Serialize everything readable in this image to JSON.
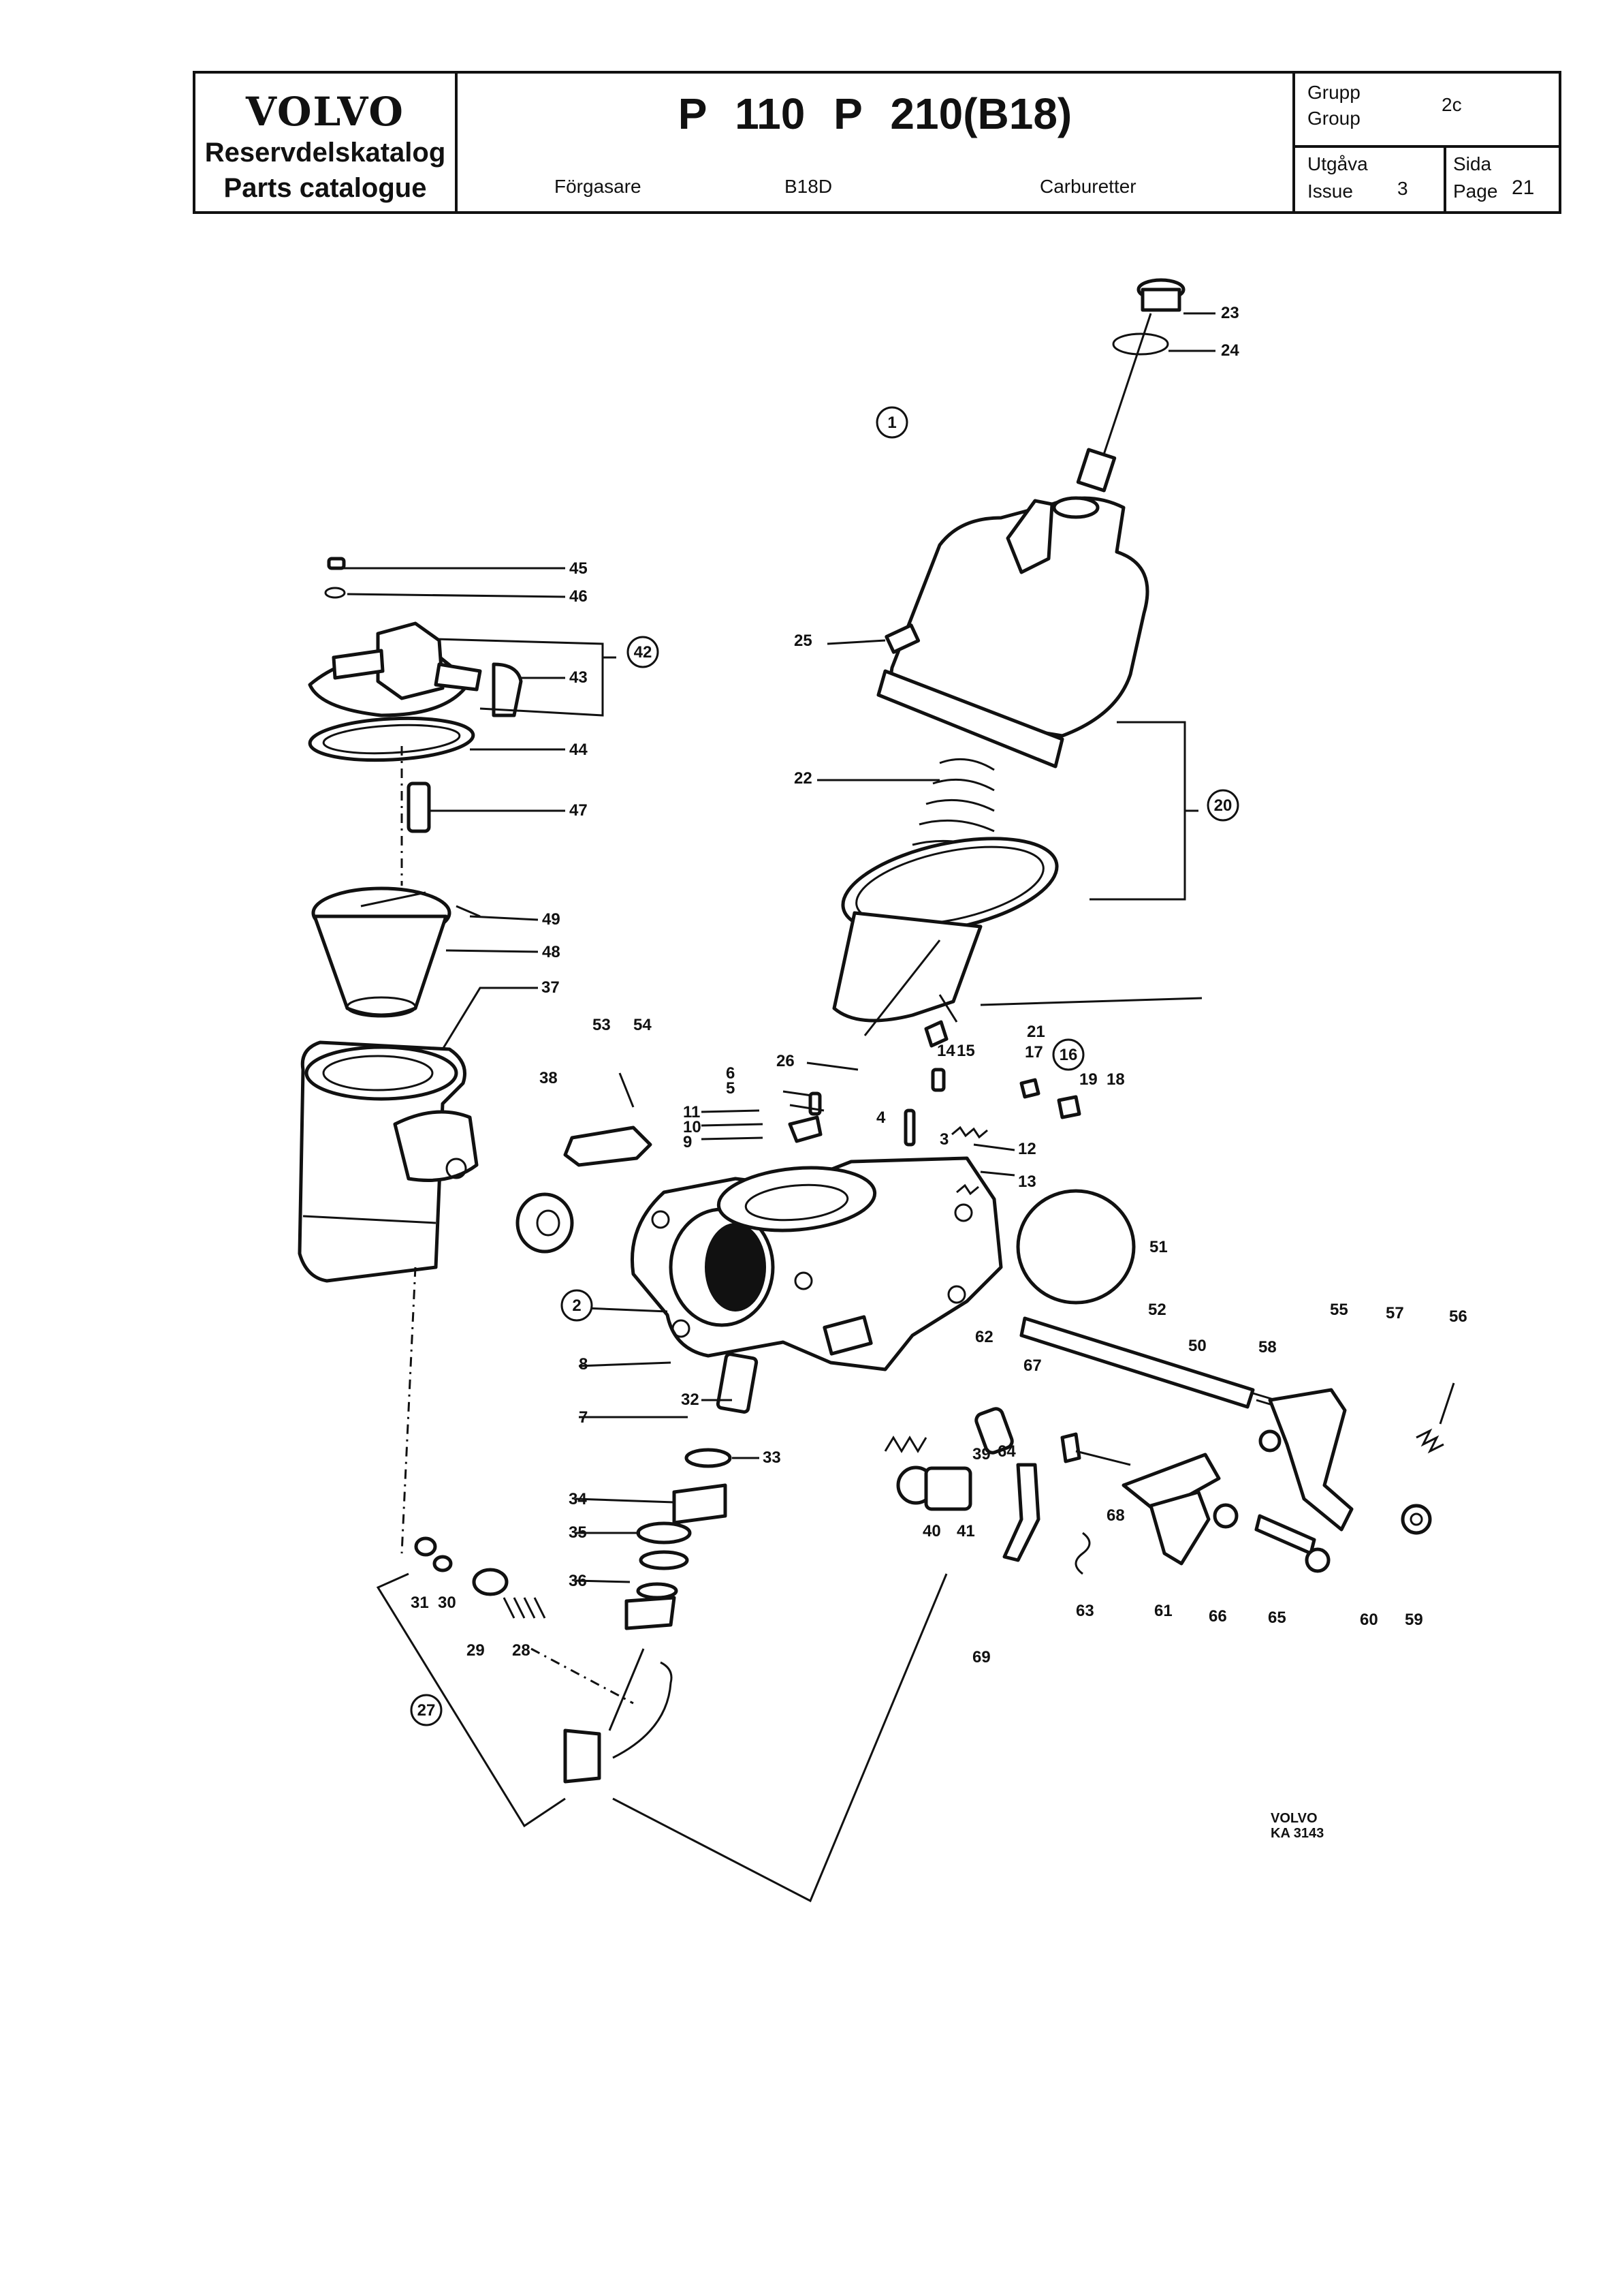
{
  "header": {
    "brand": "VOLVO",
    "catalog_sv": "Reservdelskatalog",
    "catalog_en": "Parts catalogue",
    "model": "P 110  P 210(B18)",
    "section_sv": "Förgasare",
    "engine": "B18D",
    "section_en": "Carburetter",
    "group_label_sv": "Grupp",
    "group_label_en": "Group",
    "group_value": "2c",
    "issue_label_sv": "Utgåva",
    "issue_label_en": "Issue",
    "issue_value": "3",
    "page_label_sv": "Sida",
    "page_label_en": "Page",
    "page_value": "21"
  },
  "diagram": {
    "part_numbers": [
      "1",
      "2",
      "3",
      "4",
      "5",
      "6",
      "7",
      "8",
      "9",
      "10",
      "11",
      "12",
      "13",
      "14",
      "15",
      "16",
      "17",
      "18",
      "19",
      "20",
      "21",
      "22",
      "23",
      "24",
      "25",
      "26",
      "27",
      "28",
      "29",
      "30",
      "31",
      "32",
      "33",
      "34",
      "35",
      "36",
      "37",
      "38",
      "39",
      "40",
      "41",
      "42",
      "43",
      "44",
      "45",
      "46",
      "47",
      "48",
      "49",
      "50",
      "51",
      "52",
      "53",
      "54",
      "55",
      "56",
      "57",
      "58",
      "59",
      "60",
      "61",
      "62",
      "63",
      "64",
      "65",
      "66",
      "67",
      "68",
      "69"
    ],
    "circled_assemblies": [
      "1",
      "2",
      "16",
      "20",
      "27",
      "42"
    ],
    "drawing_ref_line1": "VOLVO",
    "drawing_ref_line2": "KA 3143"
  }
}
